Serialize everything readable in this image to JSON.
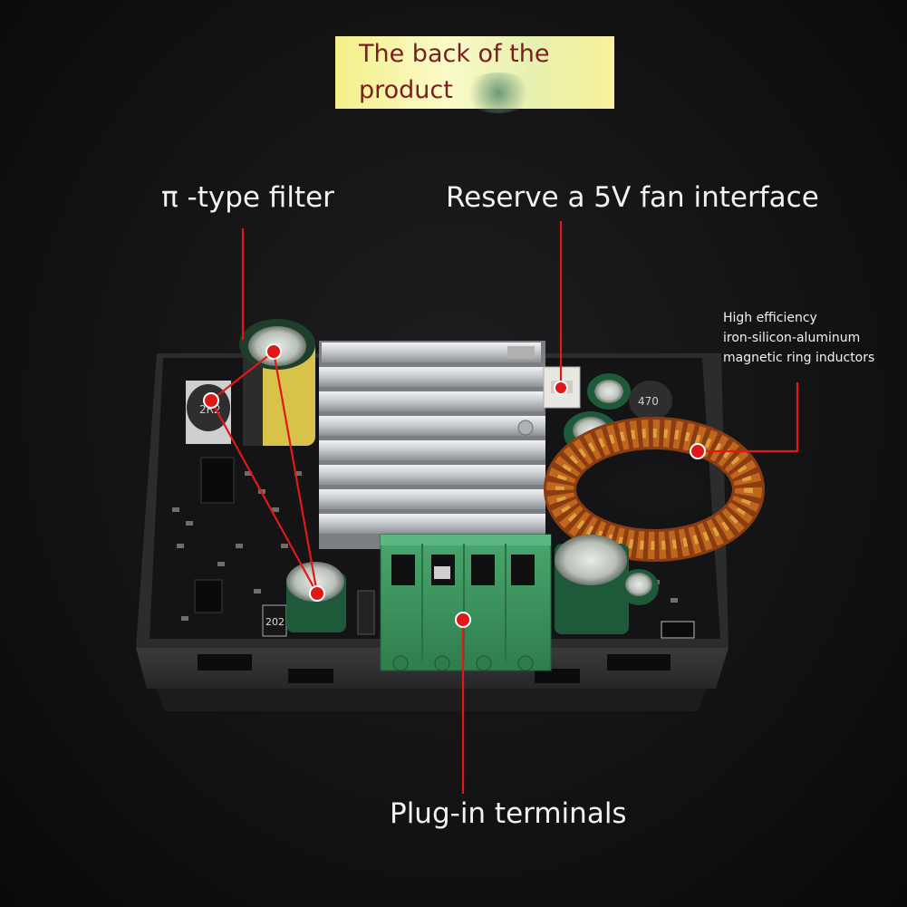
{
  "banner": {
    "line1": "The back of the",
    "line2": "product"
  },
  "callouts": {
    "filter": "π -type filter",
    "fan": "Reserve a 5V fan interface",
    "inductor_line1": "High efficiency",
    "inductor_line2": "iron-silicon-aluminum",
    "inductor_line3": "magnetic ring inductors",
    "terminals": "Plug-in terminals"
  },
  "component_markings": {
    "inductor_small": "2R2",
    "resistor": "202",
    "inductor_right": "470"
  },
  "colors": {
    "callout_line": "#e01818",
    "callout_dot": "#e01818",
    "terminal_block": "#3f9a63",
    "heatsink": "#c9ccd0",
    "capacitor": "#1e5a3a",
    "copper": "#c0661e"
  }
}
